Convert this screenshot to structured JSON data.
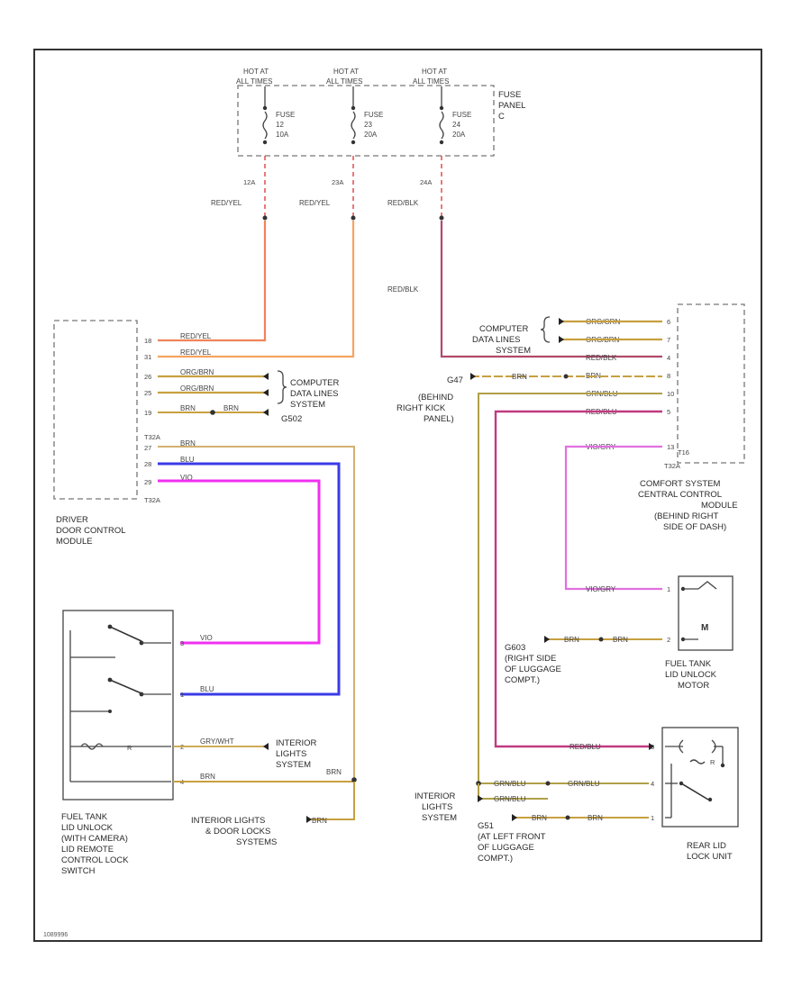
{
  "colors": {
    "red_yel": "#f0845a",
    "red_yel2": "#f5a460",
    "red_blk": "#b04a6a",
    "org_brn": "#c8a040",
    "brn": "#c8a040",
    "blu": "#3a3ae8",
    "vio": "#f030f0",
    "vio_grn": "#e070e0",
    "red_blu": "#c03a80",
    "grn_blu": "#b0a048"
  },
  "fuse_panel": {
    "title": "FUSE PANEL C",
    "hot_labels": [
      "HOT AT ALL TIMES",
      "HOT AT ALL TIMES",
      "HOT AT ALL TIMES"
    ],
    "fuses": [
      {
        "name": "FUSE",
        "num": "12",
        "amps": "10A",
        "pin": "12A"
      },
      {
        "name": "FUSE",
        "num": "23",
        "amps": "20A",
        "pin": "23A"
      },
      {
        "name": "FUSE",
        "num": "24",
        "amps": "20A",
        "pin": "24A"
      }
    ]
  },
  "wires_top": [
    "RED/YEL",
    "RED/YEL",
    "RED/BLK",
    "RED/BLK"
  ],
  "driver_module": {
    "label": "DRIVER DOOR CONTROL MODULE",
    "conn1": "T32A",
    "conn2": "T32A",
    "pins": [
      "18",
      "31",
      "26",
      "25",
      "19",
      "27",
      "28",
      "29"
    ],
    "wires": [
      "RED/YEL",
      "RED/YEL",
      "ORG/BRN",
      "ORG/BRN",
      "BRN",
      "BRN",
      "BLU",
      "VIO"
    ],
    "splice_wire": "BRN",
    "data_lines": "COMPUTER DATA LINES SYSTEM",
    "ground": "G502"
  },
  "switch": {
    "label": "FUEL TANK LID UNLOCK (WITH CAMERA) LID REMOTE CONTROL LOCK SWITCH",
    "pins": [
      "3",
      "1",
      "2",
      "4"
    ],
    "wires": [
      "VIO",
      "BLU",
      "GRY/WHT",
      "BRN"
    ],
    "interior": "INTERIOR LIGHTS SYSTEM",
    "interior2": "INTERIOR LIGHTS & DOOR LOCKS SYSTEMS",
    "splice_wire": "BRN"
  },
  "comfort_module": {
    "label": "COMFORT SYSTEM CENTRAL CONTROL MODULE (BEHIND RIGHT SIDE OF DASH)",
    "conn": "T16",
    "conn2": "T32A",
    "pins": [
      "6",
      "7",
      "4",
      "8",
      "10",
      "5",
      "13"
    ],
    "wires": [
      "ORG/GRN",
      "ORG/BRN",
      "RED/BLK",
      "BRN",
      "GRN/BLU",
      "RED/BLU",
      "VIO/GRY"
    ],
    "data_lines": "COMPUTER DATA LINES SYSTEM",
    "ground": "G47",
    "ground_loc": "(BEHIND RIGHT KICK PANEL)"
  },
  "motor": {
    "label": "FUEL TANK LID UNLOCK MOTOR",
    "pins": [
      "1",
      "2"
    ],
    "wires": [
      "VIO/GRY",
      "BRN",
      "BRN"
    ],
    "ground": "G603",
    "ground_loc": "(RIGHT SIDE OF LUGGAGE COMPT.)"
  },
  "rear_lock": {
    "label": "REAR LID LOCK UNIT",
    "pins": [
      "3",
      "4",
      "1"
    ],
    "wires": [
      "RED/BLU",
      "GRN/BLU",
      "GRN/BLU",
      "BRN",
      "BRN"
    ],
    "interior": "INTERIOR LIGHTS SYSTEM",
    "ground": "G51",
    "ground_loc": "(AT LEFT FRONT OF LUGGAGE COMPT.)"
  },
  "footer_code": "1089996"
}
